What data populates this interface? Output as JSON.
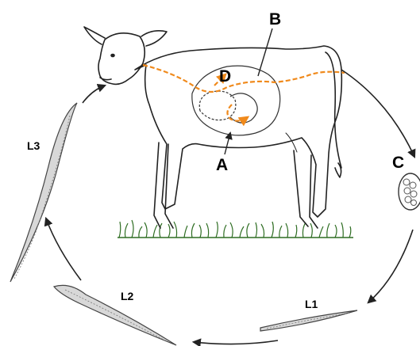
{
  "labels": {
    "A": "A",
    "B": "B",
    "C": "C",
    "D": "D",
    "L1": "L1",
    "L2": "L2",
    "L3": "L3"
  },
  "colors": {
    "line": "#222222",
    "orange": "#f08a1c",
    "grass": "#2e6d22",
    "larva": "#444444"
  },
  "icons": {
    "calf": "calf-drawing",
    "egg": "egg-icon",
    "larva": "larva-icon"
  }
}
